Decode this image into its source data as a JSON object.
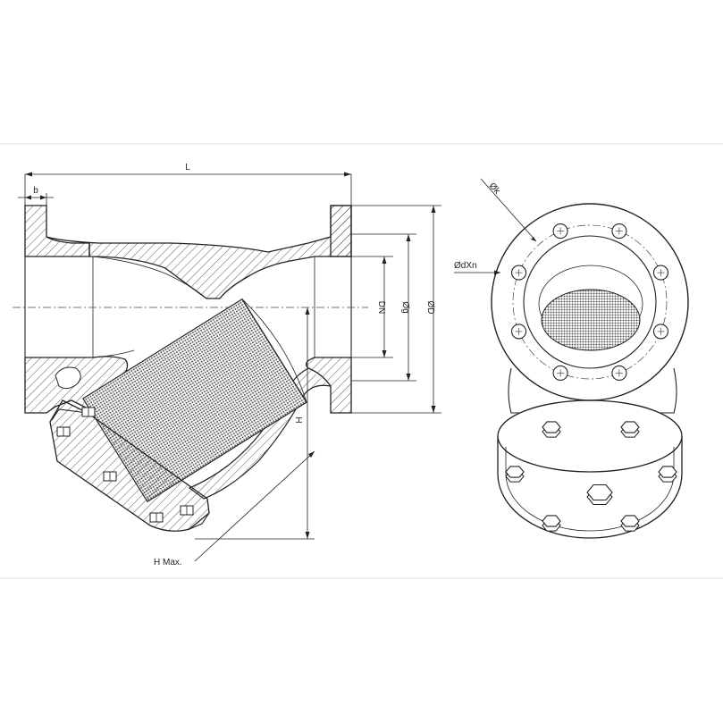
{
  "labels": {
    "L": "L",
    "b": "b",
    "DN": "DN",
    "g": "Øg",
    "D": "ØD",
    "H": "H",
    "H_max": "H Max.",
    "k": "Øk",
    "dXn": "ØdXn"
  },
  "colors": {
    "line": "#222222",
    "separator": "#e2e2e2",
    "screen": "#555555",
    "background": "#ffffff"
  }
}
